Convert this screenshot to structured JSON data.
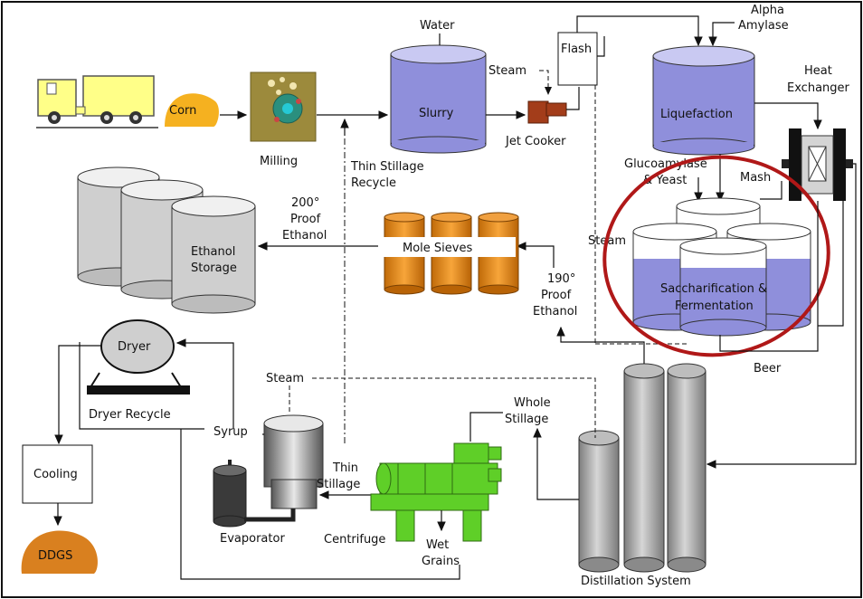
{
  "labels": {
    "corn": "Corn",
    "milling": "Milling",
    "water": "Water",
    "slurry": "Slurry",
    "steam_top": "Steam",
    "jet_cooker": "Jet Cooker",
    "flash": "Flash",
    "alpha_1": "Alpha",
    "alpha_2": "Amylase",
    "liquefaction": "Liquefaction",
    "heat_1": "Heat",
    "heat_2": "Exchanger",
    "thin_recycle_1": "Thin Stillage",
    "thin_recycle_2": "Recycle",
    "gluco_1": "Glucoamylase",
    "gluco_2": "& Yeast",
    "mash": "Mash",
    "proof200_1": "200°",
    "proof200_2": "Proof",
    "proof200_3": "Ethanol",
    "ethanol_storage_1": "Ethanol",
    "ethanol_storage_2": "Storage",
    "mole_sieves": "Mole Sieves",
    "steam_mid": "Steam",
    "sacc_1": "Saccharification &",
    "sacc_2": "Fermentation",
    "proof190_1": "190°",
    "proof190_2": "Proof",
    "proof190_3": "Ethanol",
    "dryer": "Dryer",
    "steam_low": "Steam",
    "beer": "Beer",
    "dryer_recycle": "Dryer Recycle",
    "syrup": "Syrup",
    "whole_1": "Whole",
    "whole_2": "Stillage",
    "cooling": "Cooling",
    "thin_1": "Thin",
    "thin_2": "Stillage",
    "ddgs": "DDGS",
    "evaporator": "Evaporator",
    "centrifuge": "Centrifuge",
    "wet_1": "Wet",
    "wet_2": "Grains",
    "distillation": "Distillation System"
  },
  "colors": {
    "tank_blue": "#8f8fdb",
    "tank_top": "#c9c9f2",
    "silo_grey": "#cfcfcf",
    "corn_orange": "#f5b120",
    "ddgs_orange": "#d9801f",
    "sieve_orange": "#e88a14",
    "centrifuge_green": "#5fcf28",
    "highlight_red": "#b01818",
    "column_grey": "#a6a6a6",
    "truck_yellow": "#ffff88"
  }
}
